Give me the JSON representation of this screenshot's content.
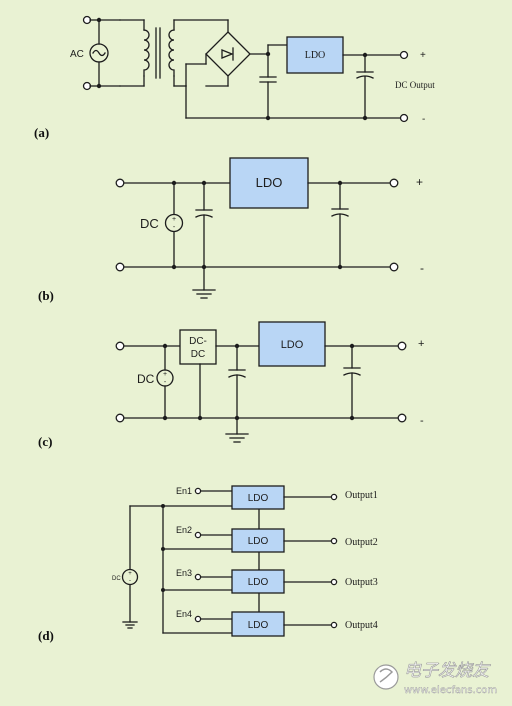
{
  "panel_a": {
    "label": "(a)",
    "ac_label": "AC",
    "ldo_label": "LDO",
    "output_label": "DC Output",
    "plus": "+",
    "minus": "-"
  },
  "panel_b": {
    "label": "(b)",
    "dc_label": "DC",
    "ldo_label": "LDO",
    "plus": "+",
    "minus": "-"
  },
  "panel_c": {
    "label": "(c)",
    "dc_label": "DC",
    "dcdc_line1": "DC-",
    "dcdc_line2": "DC",
    "ldo_label": "LDO",
    "plus": "+",
    "minus": "-"
  },
  "panel_d": {
    "label": "(d)",
    "dc_label": "DC",
    "channels": [
      {
        "enable": "En1",
        "ldo": "LDO",
        "output": "Output1"
      },
      {
        "enable": "En2",
        "ldo": "LDO",
        "output": "Output2"
      },
      {
        "enable": "En3",
        "ldo": "LDO",
        "output": "Output3"
      },
      {
        "enable": "En4",
        "ldo": "LDO",
        "output": "Output4"
      }
    ]
  },
  "watermark": {
    "text": "电子发烧友",
    "url": "www.elecfans.com"
  }
}
